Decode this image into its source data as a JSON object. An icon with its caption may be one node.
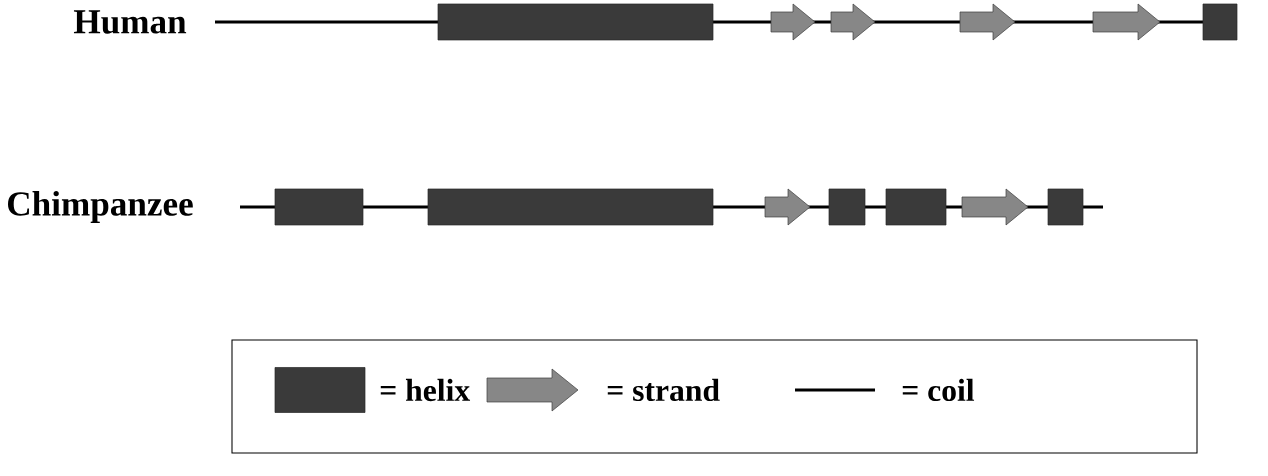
{
  "diagram": {
    "labels": [
      "Human",
      "Chimpanzee"
    ],
    "legend": [
      {
        "text": "= helix"
      },
      {
        "text": "= strand"
      },
      {
        "text": "= coil"
      }
    ]
  }
}
